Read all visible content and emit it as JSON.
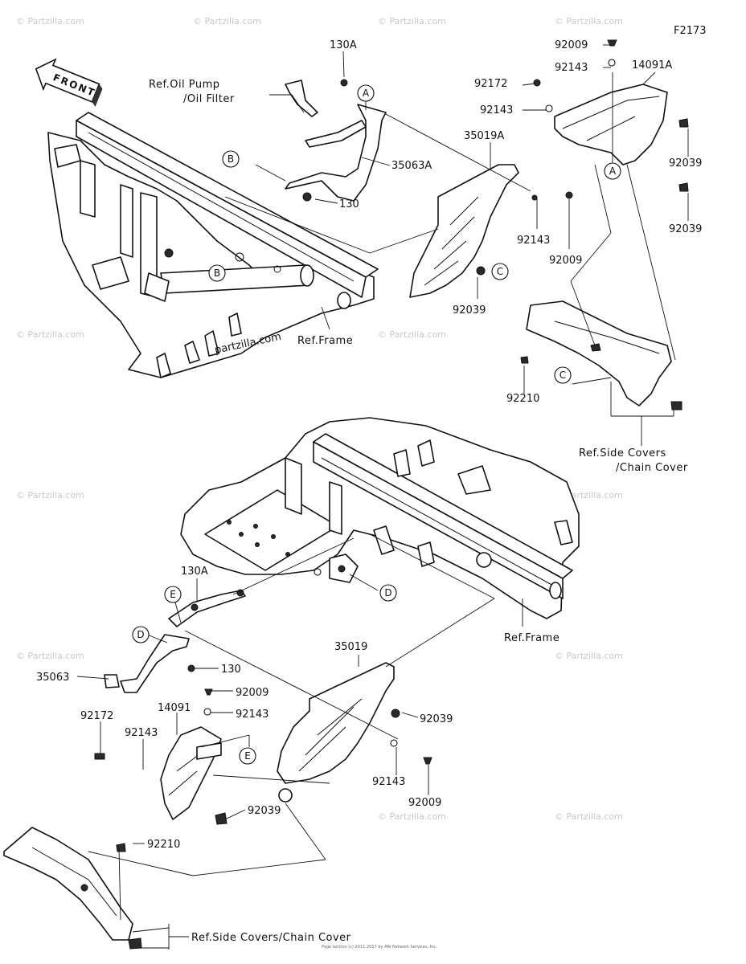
{
  "diagram_code": "F2173",
  "front_label": "FRONT",
  "brand_watermark": "partzilla.com",
  "watermark_text": "© Partzilla.com",
  "footer_copyright": "Page section (c) 2011-2017 by ARI Network Services, Inc.",
  "callouts": {
    "a": "A",
    "b": "B",
    "c": "C",
    "d": "D",
    "e": "E"
  },
  "top": {
    "ref_oil_pump": "Ref.Oil Pump",
    "ref_oil_filter": "/Oil Filter",
    "ref_frame": "Ref.Frame",
    "ref_side_covers": "Ref.Side Covers",
    "ref_chain_cover": "/Chain Cover",
    "p_130A": "130A",
    "p_130": "130",
    "p_35063A": "35063A",
    "p_35019A": "35019A",
    "p_14091A": "14091A",
    "p_92009_a": "92009",
    "p_92143_a": "92143",
    "p_92172": "92172",
    "p_92143_b": "92143",
    "p_92039_a": "92039",
    "p_92039_b": "92039",
    "p_92143_c": "92143",
    "p_92009_b": "92009",
    "p_92039_c": "92039",
    "p_92210": "92210"
  },
  "bottom": {
    "ref_frame": "Ref.Frame",
    "ref_side_chain": "Ref.Side Covers/Chain Cover",
    "p_130A": "130A",
    "p_130": "130",
    "p_35063": "35063",
    "p_35019": "35019",
    "p_14091": "14091",
    "p_92009_a": "92009",
    "p_92143_a": "92143",
    "p_92172": "92172",
    "p_92143_b": "92143",
    "p_92039_a": "92039",
    "p_92143_c": "92143",
    "p_92009_b": "92009",
    "p_92039_b": "92039",
    "p_92210": "92210"
  }
}
